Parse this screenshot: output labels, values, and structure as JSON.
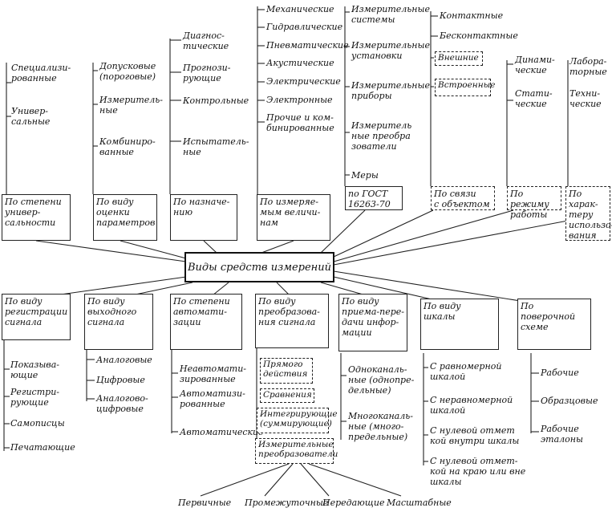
{
  "central": "Виды средств измерений",
  "top": [
    {
      "category": "По степени\nунивер-\nсальности",
      "items": [
        "Специализи-\nрованные",
        "Универ-\nсальные"
      ]
    },
    {
      "category": "По виду\nоценки\nпараметров",
      "items": [
        "Допусковые\n(пороговые)",
        "Измеритель-\nные",
        "Комбиниро-\nванные"
      ]
    },
    {
      "category": "По назначе-\nнию",
      "items": [
        "Диагнос-\nтические",
        "Прогнози-\nрующие",
        "Контрольные",
        "Испытатель-\nные"
      ]
    },
    {
      "category": "По измеряе-\nмым величи-\nнам",
      "items": [
        "Механические",
        "Гидравлические",
        "Пневматические",
        "Акустические",
        "Электрические",
        "Электронные",
        "Прочие и ком-\nбинированные"
      ]
    },
    {
      "category": "по ГОСТ\n16263-70",
      "items": [
        "Измерительные\nсистемы",
        "Измерительные\nустановки",
        "Измерительные\nприборы",
        "Измеритель\nные преобра\nзователи",
        "Меры"
      ]
    },
    {
      "category": "По связи\nс объектом",
      "items": [
        "Контактные",
        "Бесконтактные"
      ],
      "subitems": [
        "Внешние",
        "Встроенные"
      ]
    },
    {
      "category": "По режиму\nработы",
      "items": [
        "Динами-\nческие",
        "Стати-\nческие"
      ]
    },
    {
      "category": "По харак-\nтеру\nиспользо-\nвания",
      "items": [
        "Лабора-\nторные",
        "Техни-\nческие"
      ]
    }
  ],
  "bottom": [
    {
      "category": "По виду\nрегистрации\nсигнала",
      "items": [
        "Показыва-\nющие",
        "Регистри-\nрующие",
        "Самописцы",
        "Печатающие"
      ]
    },
    {
      "category": "По виду\nвыходного\nсигнала",
      "items": [
        "Аналоговые",
        "Цифровые",
        "Аналогово-\nцифровые"
      ]
    },
    {
      "category": "По степени\nавтомати-\nзации",
      "items": [
        "Неавтомати-\nзированные",
        "Автоматизи-\nрованные",
        "Автоматические"
      ]
    },
    {
      "category": "По виду\nпреобразова-\nния сигнала",
      "subitems": [
        "Прямого\nдействия",
        "Сравнения",
        "Интегрирующие\n(суммирующие)",
        "Измерительные\nпреобразователи"
      ]
    },
    {
      "category": "По виду\nприема-пере-\nдачи инфор-\nмации",
      "items": [
        "Одноканаль-\nные (однопре-\nдельные)",
        "Многоканаль-\nные (много-\nпредельные)"
      ]
    },
    {
      "category": "По виду\nшкалы",
      "items": [
        "С равномерной\nшкалой",
        "С неравномерной\nшкалой",
        "С нулевой отмет\nкой внутри шкалы",
        "С нулевой отмет-\nкой на краю или вне\nшкалы"
      ]
    },
    {
      "category": "По поверочной\nсхеме",
      "items": [
        "Рабочие",
        "Образцовые",
        "Рабочие\nэталоны"
      ]
    }
  ],
  "converters": [
    "Первичные",
    "Промежуточные",
    "Передающие",
    "Масштабные"
  ]
}
